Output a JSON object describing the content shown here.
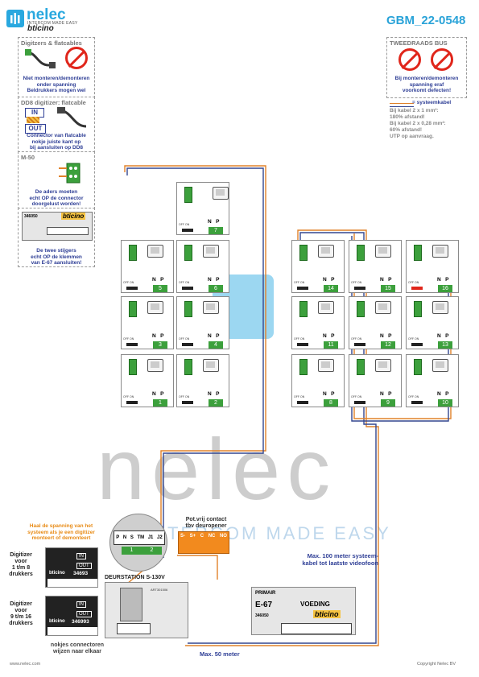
{
  "header": {
    "logo_name": "nelec",
    "logo_sub": "INTERCOM MADE EASY",
    "brand": "bticino",
    "doc_id": "GBM_22-0548"
  },
  "left_panel": {
    "box1_title": "Digitzers & flatcables",
    "box1_note": [
      "Niet monteren/demonteren",
      "onder spanning",
      "Beldrukkers mogen wel"
    ],
    "box2_title": "DD8 digitizer: flatcable",
    "box2_in": "IN",
    "box2_out": "OUT",
    "box2_note": [
      "Connector van flatcable",
      "nokje juiste kant op",
      "bij aansluiten op DD8"
    ],
    "box3_title": "M-50",
    "box3_note": [
      "De aders moeten",
      "echt OP de connector",
      "doorgelust worden!"
    ],
    "box4_code": "346050",
    "box4_brand": "bticino",
    "box4_note": [
      "De twee stijgers",
      "echt OP de klemmen",
      "van E-67 aansluiten!"
    ]
  },
  "right_panel": {
    "title": "TWEEDRAADS BUS",
    "note": [
      "Bij monteren/demonteren",
      "spanning eraf",
      "voorkomt defecten!"
    ],
    "legend_label": "= systeemkabel",
    "legend_lines": [
      "Bij kabel 2 x 1 mm²:",
      "180% afstand!",
      "Bij kabel 2 x 0,28 mm²:",
      "60% afstand!",
      "UTP op aanvraag."
    ]
  },
  "units": {
    "np_n": "N",
    "np_p": "P",
    "offon": "OFF ON",
    "left_group": [
      "7",
      "5",
      "6",
      "3",
      "4",
      "1",
      "2"
    ],
    "right_group": [
      "14",
      "15",
      "16",
      "11",
      "12",
      "13",
      "8",
      "9",
      "10"
    ]
  },
  "watermark": {
    "big": "nelec",
    "tag": "INTERCOM MADE EASY"
  },
  "bottom": {
    "orange_note": [
      "Haal de spanning van het",
      "systeem als je een digitizer",
      "monteert of demonteert"
    ],
    "digitizer1": [
      "Digitizer",
      "voor",
      "1 t/m 8",
      "drukkers"
    ],
    "digitizer2": [
      "Digitizer",
      "voor",
      "9 t/m 16",
      "drukkers"
    ],
    "dig_code1": "34693",
    "dig_code2": "346993",
    "dig_brand": "bticino",
    "in_label": "IN",
    "out_label": "OUT",
    "nokjes": [
      "nokjes connectoren",
      "wijzen naar elkaar"
    ],
    "terminal_labels": [
      "P",
      "N",
      "S",
      "TM",
      "J1",
      "J2"
    ],
    "terminal_nums": [
      "1",
      "2"
    ],
    "deurstation": "DEURSTATION S-130V",
    "relay_title": [
      "Pot.vrij contact",
      "tbv deuropener"
    ],
    "relay_labels": [
      "S-",
      "S+",
      "C",
      "NC",
      "NO"
    ],
    "art_code": "ART301506",
    "max100": [
      "Max. 100 meter systeem-",
      "kabel tot laatste videofoon"
    ],
    "psu_primair": "PRIMAIR",
    "psu_model": "E-67",
    "psu_voeding": "VOEDING",
    "psu_code": "346050",
    "psu_brand": "bticino",
    "max50": "Max. 50 meter"
  },
  "footer": {
    "left": "www.nelec.com",
    "right": "Copyright Nelec BV"
  },
  "colors": {
    "accent_blue": "#29a8df",
    "note_blue": "#2f3f96",
    "warn_red": "#e0261b",
    "terminal_green": "#3ca03c",
    "cable_orange": "#e0822a",
    "cable_blue": "#34468f",
    "relay_orange": "#f28a1e"
  }
}
